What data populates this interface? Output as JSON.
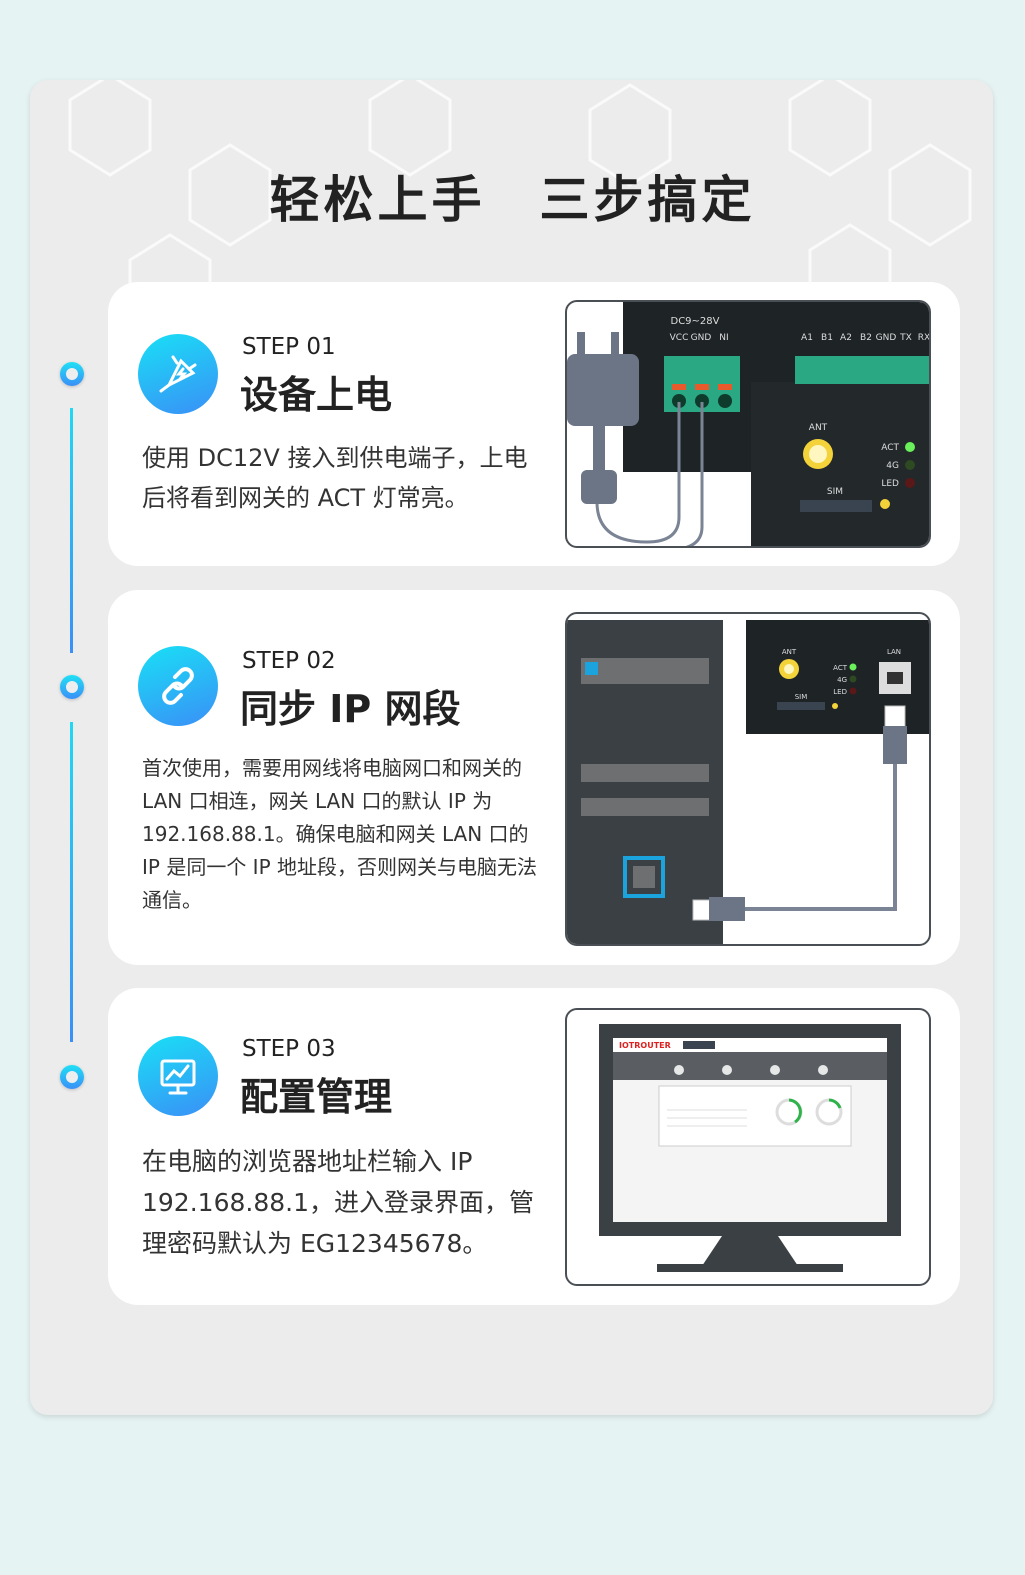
{
  "title": "轻松上手　三步搞定",
  "colors": {
    "accent_start": "#19e0f5",
    "accent_end": "#3a8ff7",
    "panel": "#ececec",
    "background": "#e6f3f3"
  },
  "steps": [
    {
      "step": "STEP 01",
      "heading": "设备上电",
      "icon": "plug-icon",
      "description": "使用 DC12V 接入到供电端子，上电后将看到网关的 ACT 灯常亮。",
      "illustration": {
        "power_label": "DC9~28V",
        "terminal_labels": [
          "VCC",
          "GND",
          "NI"
        ],
        "serial_labels": [
          "A1",
          "B1",
          "A2",
          "B2",
          "GND",
          "TX",
          "RX"
        ],
        "ant": "ANT",
        "sim": "SIM",
        "leds": [
          "ACT",
          "4G",
          "LED"
        ]
      }
    },
    {
      "step": "STEP 02",
      "heading": "同步 IP 网段",
      "icon": "link-icon",
      "description": "首次使用，需要用网线将电脑网口和网关的 LAN 口相连，网关 LAN 口的默认 IP 为 192.168.88.1。确保电脑和网关 LAN 口的 IP 是同一个 IP 地址段，否则网关与电脑无法通信。",
      "illustration": {
        "ant": "ANT",
        "sim": "SIM",
        "leds": [
          "ACT",
          "4G",
          "LED"
        ],
        "lan": "LAN"
      }
    },
    {
      "step": "STEP 03",
      "heading": "配置管理",
      "icon": "monitor-chart-icon",
      "description": "在电脑的浏览器地址栏输入 IP 192.168.88.1，进入登录界面，管理密码默认为 EG12345678。",
      "illustration": {
        "brand": "IOTROUTER"
      }
    }
  ]
}
